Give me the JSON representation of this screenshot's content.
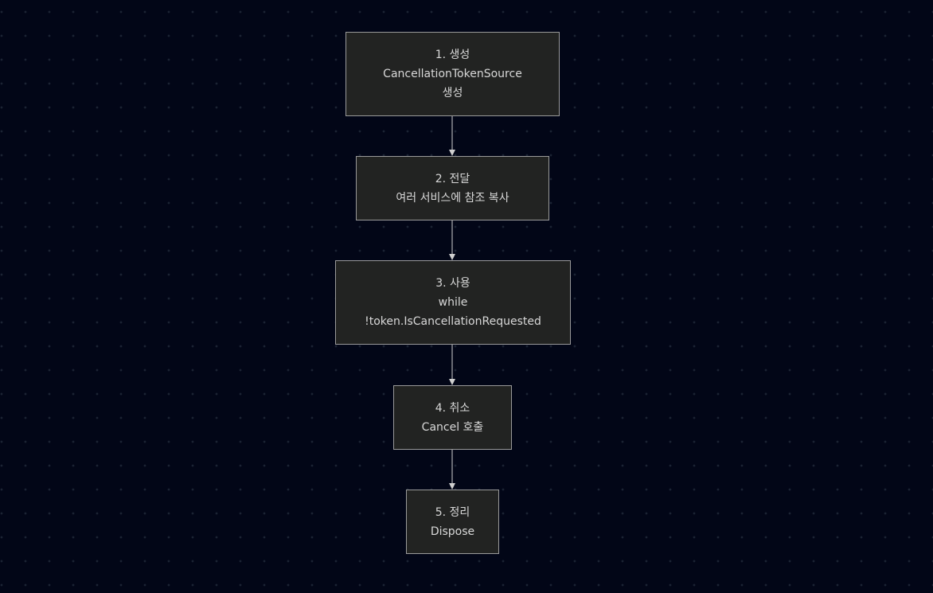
{
  "nodes": [
    {
      "lines": [
        "1. 생성",
        "CancellationTokenSource",
        "생성"
      ]
    },
    {
      "lines": [
        "2. 전달",
        "여러 서비스에 참조 복사"
      ]
    },
    {
      "lines": [
        "3. 사용",
        "while",
        "!token.IsCancellationRequested"
      ]
    },
    {
      "lines": [
        "4. 취소",
        "Cancel 호출"
      ]
    },
    {
      "lines": [
        "5. 정리",
        "Dispose"
      ]
    }
  ],
  "colors": {
    "background": "#020617",
    "node_fill": "#222322",
    "node_border": "#9a9a9a",
    "edge": "#d0d0d0"
  }
}
